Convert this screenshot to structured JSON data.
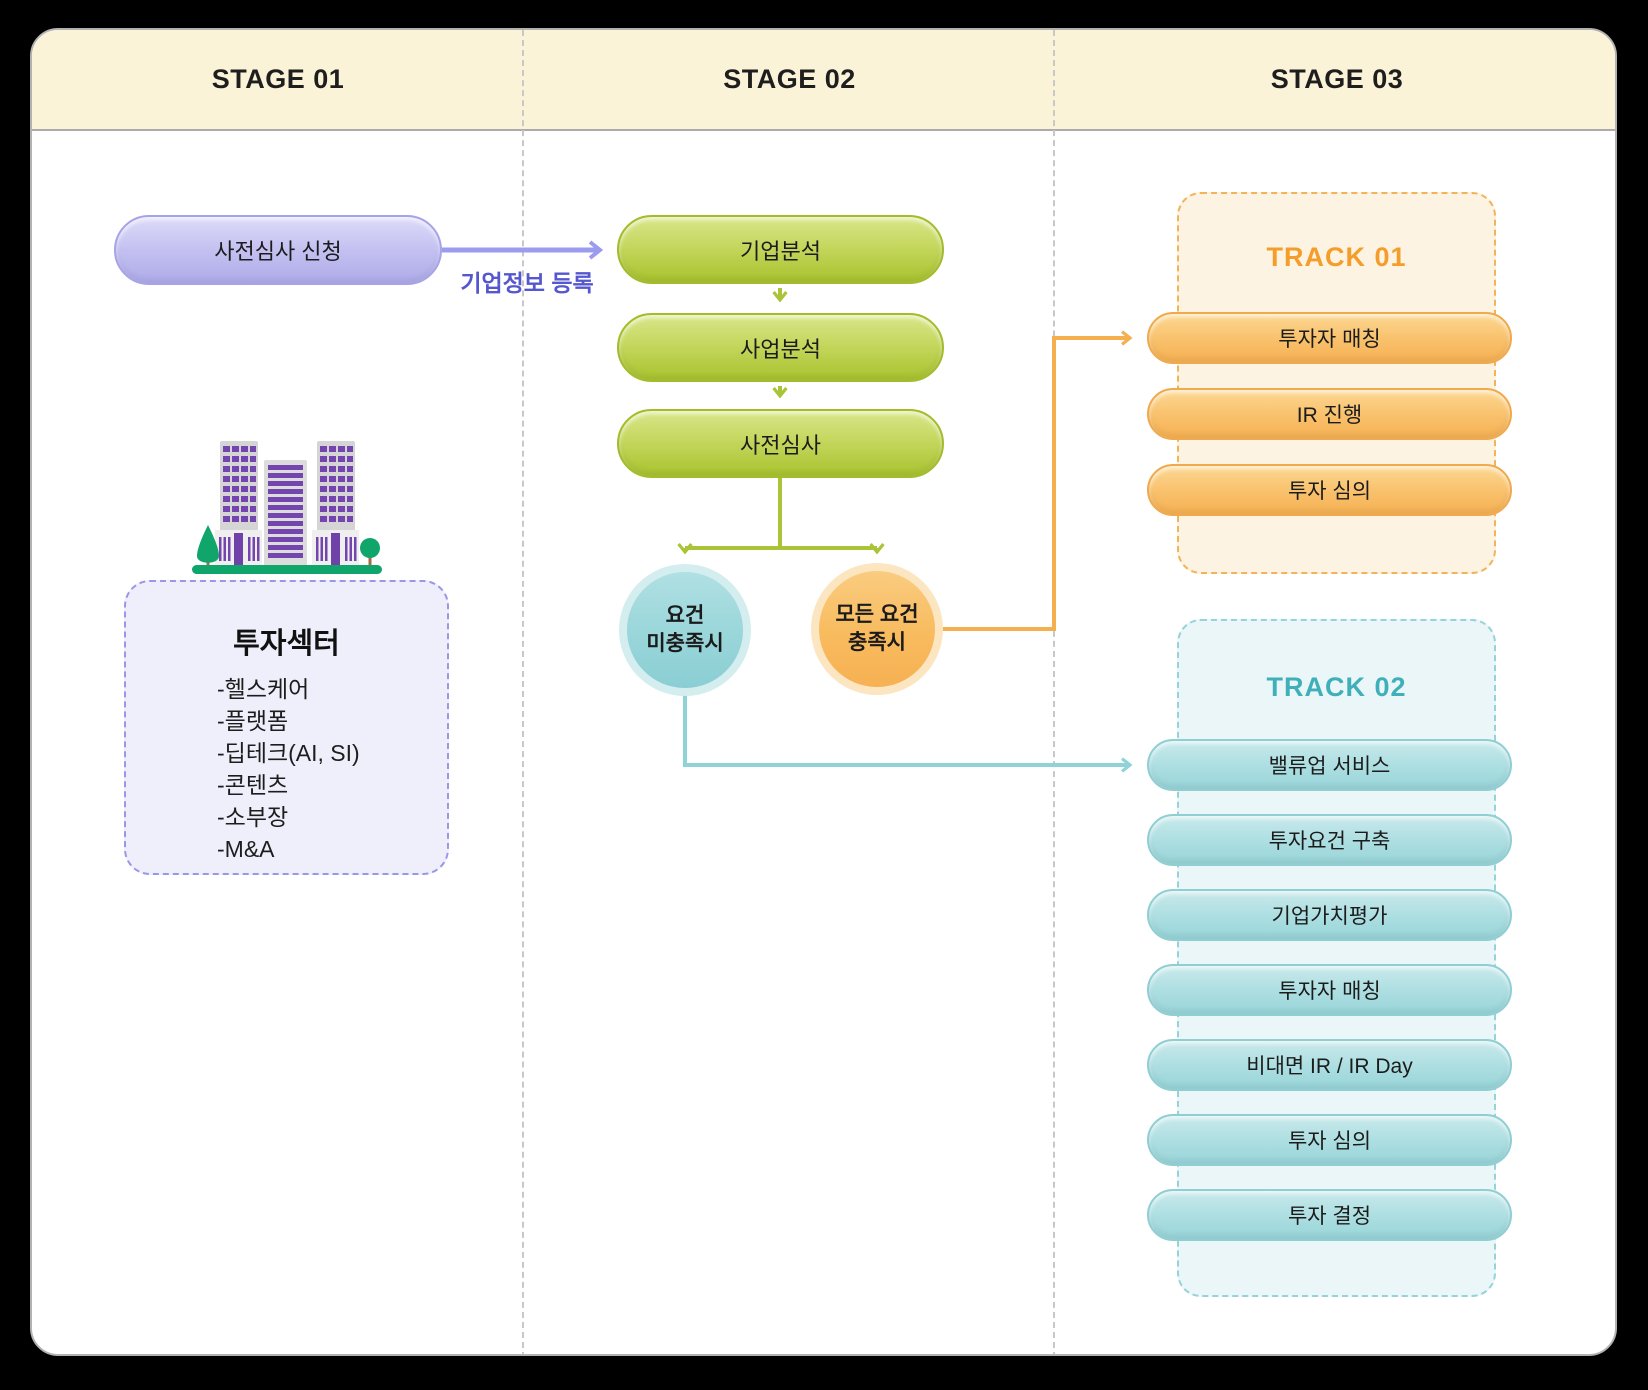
{
  "stages": {
    "s1": "STAGE 01",
    "s2": "STAGE 02",
    "s3": "STAGE 03"
  },
  "stage1": {
    "apply_pill": "사전심사 신청",
    "arrow_label": "기업정보 등록",
    "sector_box": {
      "title": "투자섹터",
      "items": [
        "-헬스케어",
        "-플랫폼",
        "-딥테크(AI, SI)",
        "-콘텐츠",
        "-소부장",
        "-M&A"
      ]
    }
  },
  "stage2": {
    "pills": [
      "기업분석",
      "사업분석",
      "사전심사"
    ],
    "fail_circle": "요건\n미충족시",
    "pass_circle": "모든 요건\n충족시"
  },
  "track01": {
    "title": "TRACK 01",
    "steps": [
      "투자자 매칭",
      "IR 진행",
      "투자 심의"
    ]
  },
  "track02": {
    "title": "TRACK 02",
    "steps": [
      "밸류업 서비스",
      "투자요건 구축",
      "기업가치평가",
      "투자자 매칭",
      "비대면 IR / IR Day",
      "투자 심의",
      "투자 결정"
    ]
  },
  "colors": {
    "header_band": "#FBF3D7",
    "purple_pill": "#B5B2EC",
    "purple_arrow": "#9B9BF0",
    "purple_label_text": "#5457CE",
    "green_pill": "#A8C32E",
    "green_arrow": "#A9C437",
    "teal_circle": "#9AD6DA",
    "orange_circle": "#F8BE62",
    "orange_connector": "#F5AF4E",
    "teal_connector": "#8FD3D8",
    "track1_bg": "#FCF3E2",
    "track1_border": "#F3B459",
    "track1_title": "#F59D2A",
    "track2_bg": "#EBF6F8",
    "track2_border": "#96D3D9",
    "track2_title": "#3FB0BA",
    "sector_bg": "#EFEFFB",
    "sector_border": "#9B97E8",
    "building_purple": "#7445AE",
    "building_green": "#10A56B"
  }
}
